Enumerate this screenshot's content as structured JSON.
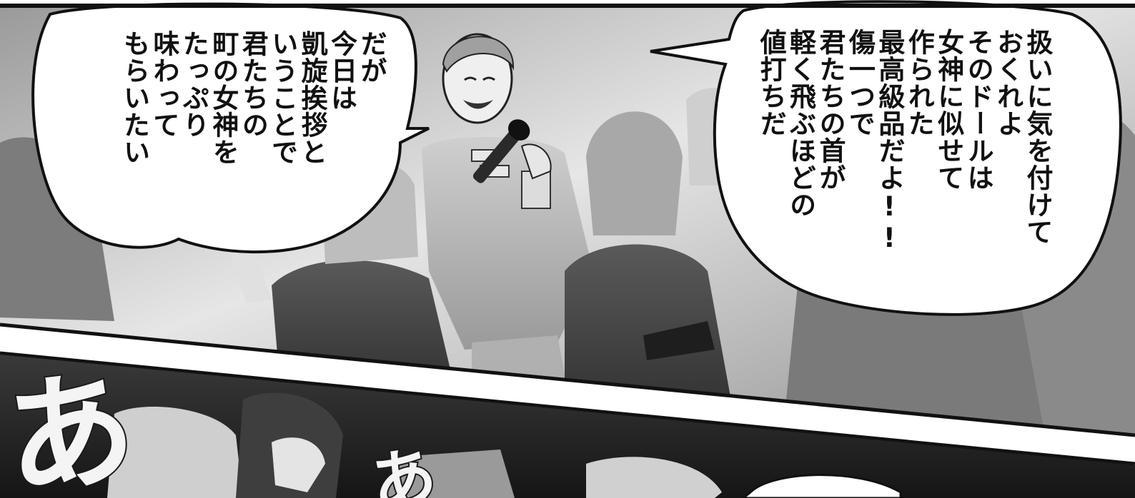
{
  "bubbles": {
    "left": {
      "text": "だが\n今日は\n凱旋挨拶と\nいうことで\n君たちの\n町の女神を\nたっぷり\n味わって\nもらいたい"
    },
    "right": {
      "text": "扱いに気を付けて\nおくれよ\nそのドールは\n女神に似せて\n作られた\n最高級品だよ!!\n傷一つで\n君たちの首が\n軽く飛ぶほどの\n値打ちだ"
    }
  },
  "sfx": {
    "left": "あ",
    "mid": "あ"
  },
  "colors": {
    "ink": "#111111",
    "paper": "#ffffff",
    "bg_light": "#d9d9d9",
    "bg_dark": "#2a2a2a"
  }
}
